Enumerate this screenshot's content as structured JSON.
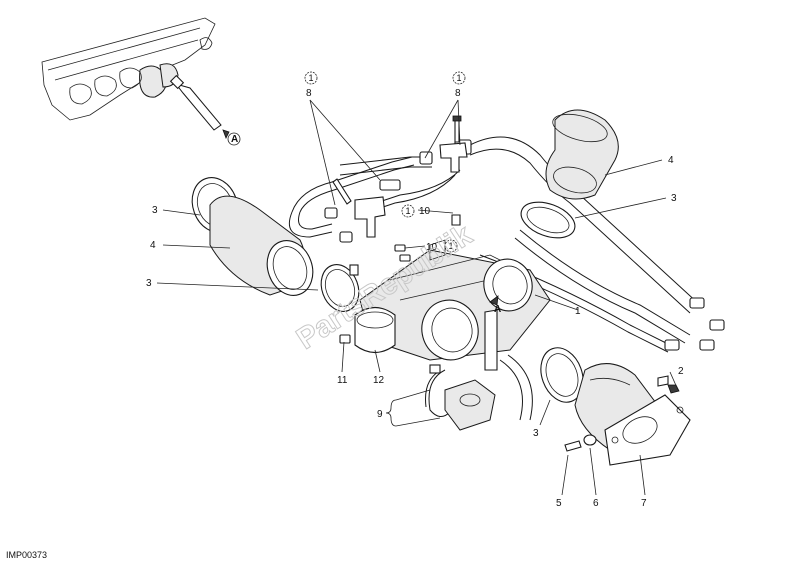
{
  "labels": {
    "part_1": "1",
    "part_2": "2",
    "part_3a": "3",
    "part_3b": "3",
    "part_3c": "3",
    "part_3d": "3",
    "part_4a": "4",
    "part_4b": "4",
    "part_5": "5",
    "part_6": "6",
    "part_7": "7",
    "part_8a": "8",
    "part_8b": "8",
    "part_9": "9",
    "part_10a": "10",
    "part_10b": "10",
    "part_11": "11",
    "part_12": "12",
    "note_1a": "1",
    "note_1b": "1",
    "note_1c": "1",
    "note_1d": "1",
    "conn_a_top": "A",
    "conn_a_body": "A"
  },
  "watermark": "PartsRepublik",
  "reference_code": "IMP00373",
  "colors": {
    "line": "#1a1a1a",
    "watermark": "#c8c8c8",
    "background": "#ffffff"
  }
}
